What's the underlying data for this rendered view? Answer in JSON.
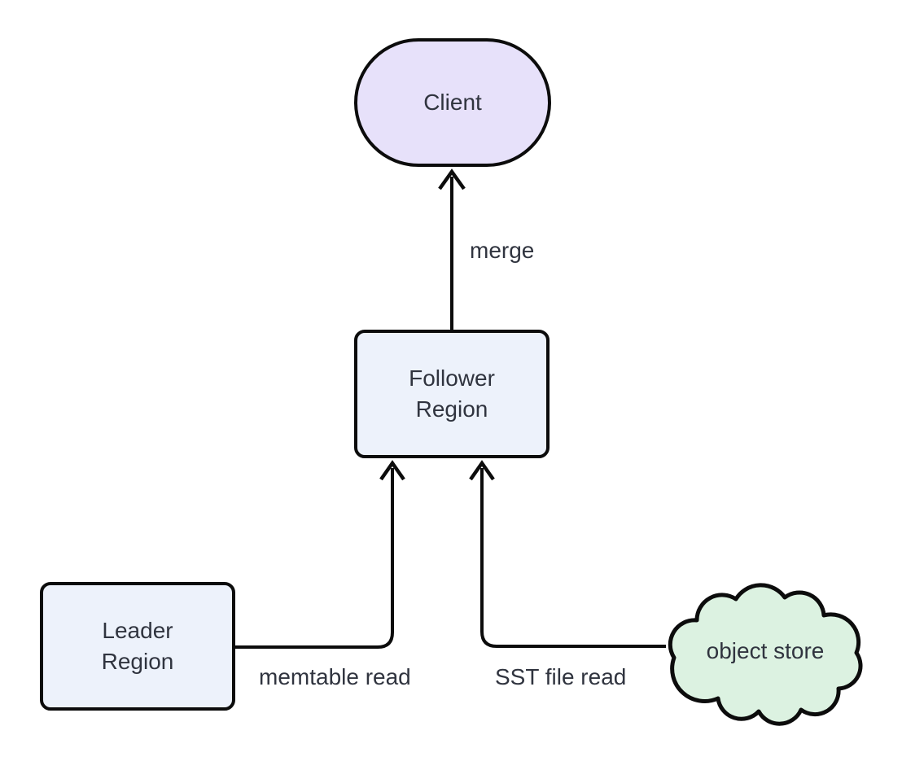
{
  "diagram": {
    "type": "flowchart",
    "background": "#ffffff",
    "nodes": {
      "client": {
        "label": "Client",
        "shape": "stadium",
        "fill": "#E7E1FA"
      },
      "follower_region": {
        "label": "Follower Region",
        "shape": "rectangle",
        "fill": "#EDF2FB"
      },
      "leader_region": {
        "label": "Leader Region",
        "shape": "rectangle",
        "fill": "#EDF2FB"
      },
      "object_store": {
        "label": "object store",
        "shape": "cloud",
        "fill": "#DCF2E1"
      }
    },
    "edges": [
      {
        "from": "Follower Region",
        "to": "Client",
        "label": "merge"
      },
      {
        "from": "Leader Region",
        "to": "Follower Region",
        "label": "memtable read"
      },
      {
        "from": "object store",
        "to": "Follower Region",
        "label": "SST file read"
      }
    ],
    "style": {
      "stroke_color": "#0c0c0c",
      "text_color": "#30343F"
    }
  }
}
